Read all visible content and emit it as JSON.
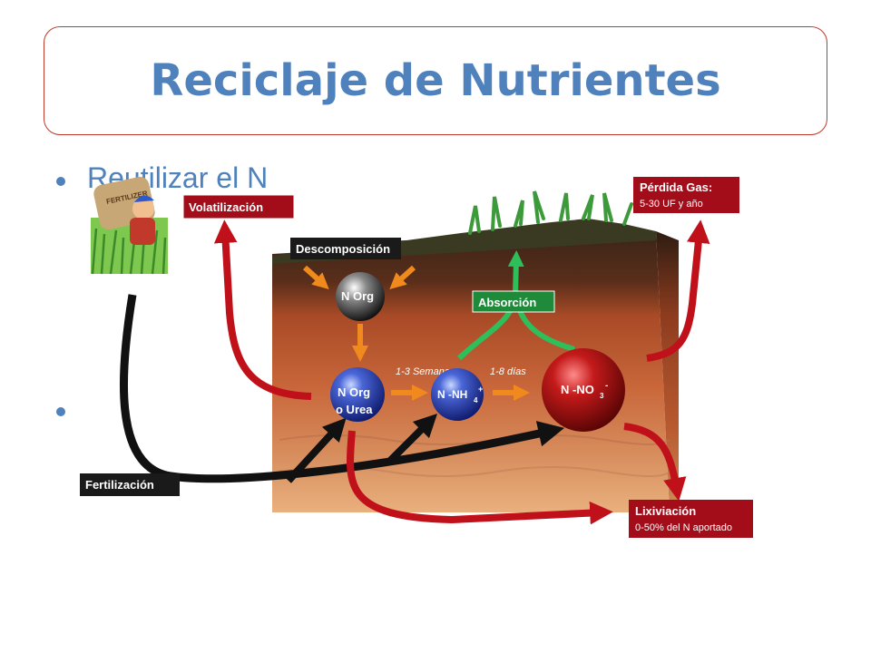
{
  "title": "Reciclaje de Nutrientes",
  "bullet_text": "Reutilizar el N",
  "diagram": {
    "labels": {
      "volatilizacion": "Volatilización",
      "descomposicion": "Descomposición",
      "absorcion": "Absorción",
      "fertilizacion": "Fertilización",
      "perdida_gas": "Pérdida Gas:",
      "perdida_gas_sub": "5-30 UF y año",
      "lixiviacion": "Lixiviación",
      "lixiviacion_sub": "0-50% del N aportado"
    },
    "nodes": {
      "n_org_top": "N Org",
      "n_org_urea_1": "N Org",
      "n_org_urea_2": "o Urea",
      "n_nh4": "N -NH",
      "n_nh4_sub": "4",
      "n_nh4_sup": "+",
      "n_no3": "N -NO",
      "n_no3_sub": "3",
      "n_no3_sup": "-"
    },
    "timings": {
      "semanas": "1-3 Semanas",
      "dias": "1-8 días"
    },
    "bag_text": "FERTILIZER"
  },
  "colors": {
    "title": "#4f81bd",
    "label_red": "#a30d1a",
    "label_green": "#1e8a3a",
    "label_black": "#1a1a1a",
    "arrow_red": "#c0111b",
    "arrow_green": "#2fbf5a",
    "arrow_orange": "#f08a1c"
  }
}
